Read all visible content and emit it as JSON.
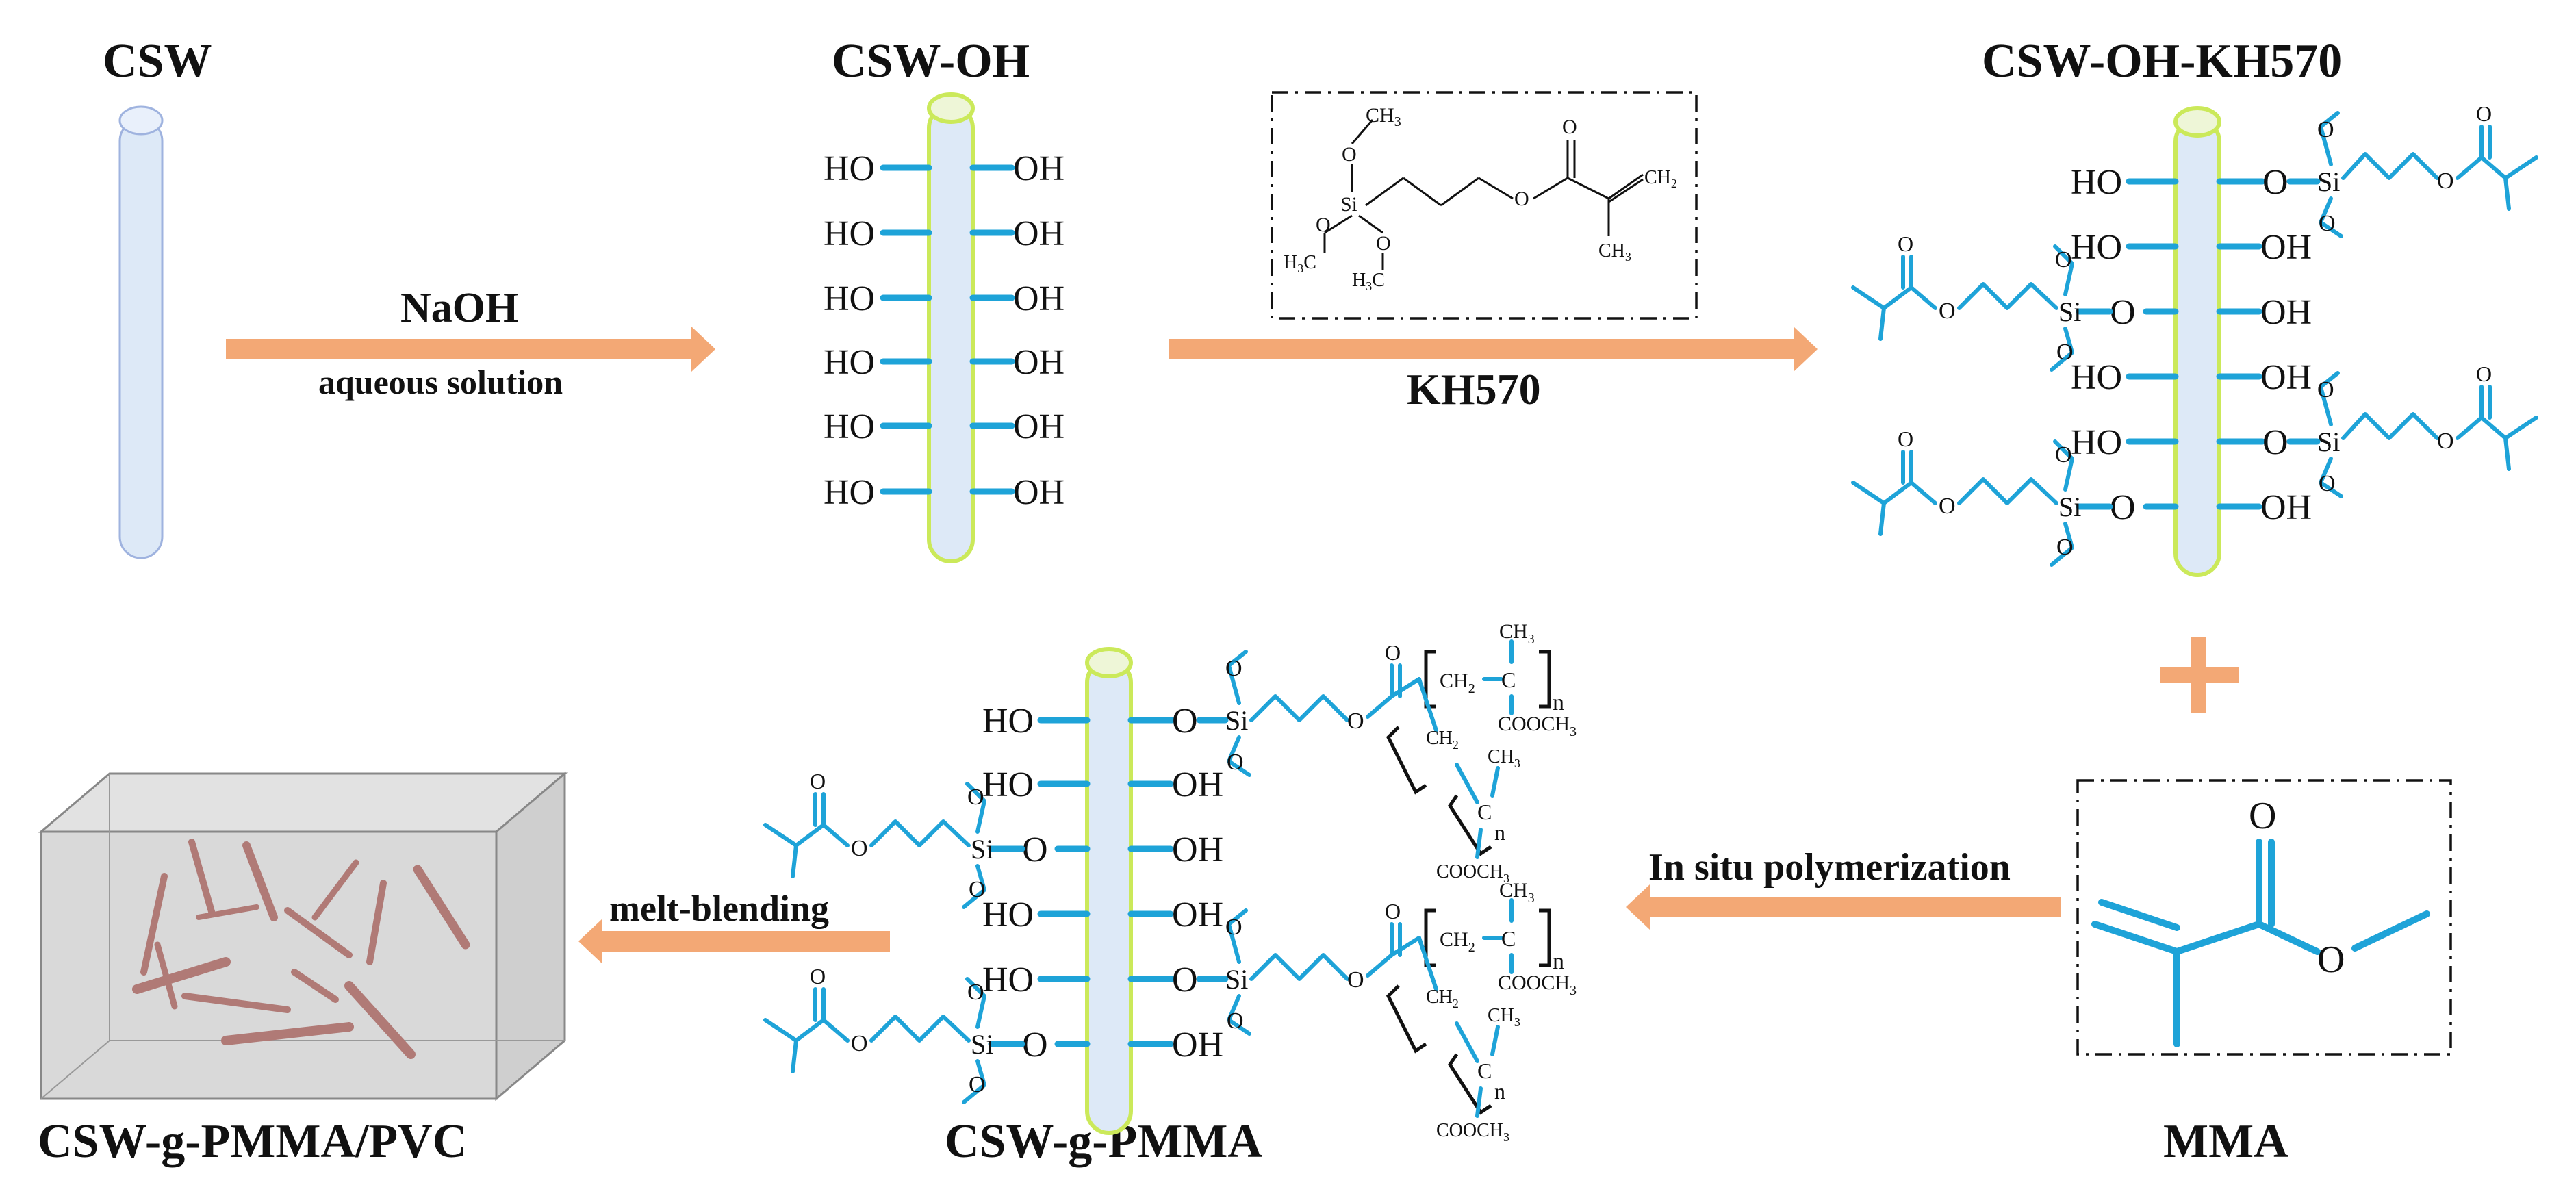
{
  "stages": {
    "csw": "CSW",
    "csw_oh": "CSW-OH",
    "csw_oh_kh570": "CSW-OH-KH570",
    "mma": "MMA",
    "csw_g_pmma": "CSW-g-PMMA",
    "composite": "CSW-g-PMMA/PVC"
  },
  "arrows": {
    "naoh_top": "NaOH",
    "naoh_bottom": "aqueous solution",
    "kh570": "KH570",
    "polymerization": "In situ polymerization",
    "melt": "melt-blending"
  },
  "groups": {
    "ho": "HO",
    "oh": "OH",
    "o": "O",
    "si": "Si",
    "ch3": "CH",
    "ch2": "CH",
    "c": "C",
    "n": "n",
    "cooch3": "COOCH"
  },
  "colors": {
    "arrow": "#f3a875",
    "chem_blue": "#1ea3d8",
    "rod_fill": "#dde9f7",
    "rod_border_plain": "#9fb3df",
    "rod_border_green": "#cbe95a",
    "fiber": "#b07a76",
    "plus": "#f3a875"
  }
}
